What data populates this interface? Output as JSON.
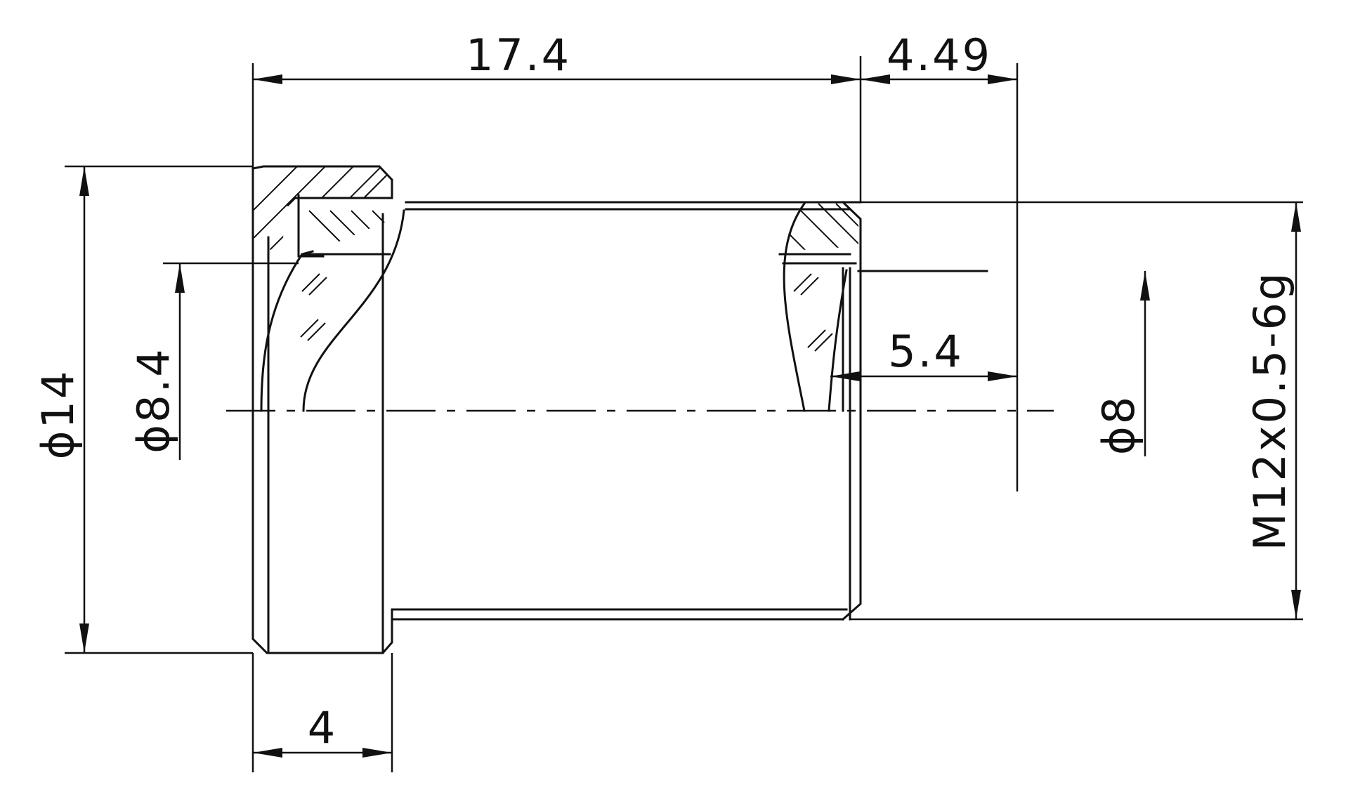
{
  "dimensions": {
    "overall_length": "17.4",
    "thread_length": "4.49",
    "lens_offset": "5.4",
    "flange_width": "4",
    "outer_diameter": "ϕ14",
    "inner_diameter_front": "ϕ8.4",
    "inner_diameter_rear": "ϕ8",
    "thread_spec": "M12x0.5-6g"
  }
}
